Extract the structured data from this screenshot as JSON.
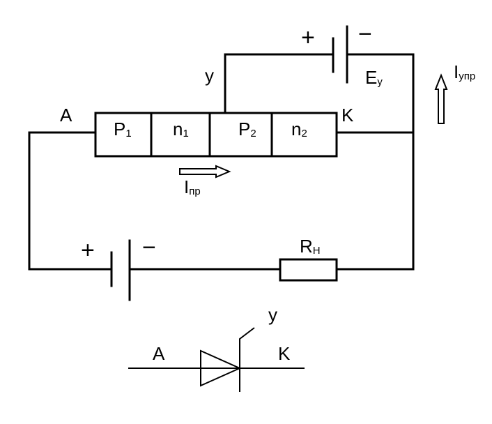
{
  "structure": {
    "layers": [
      {
        "base": "P",
        "sub": "1"
      },
      {
        "base": "n",
        "sub": "1"
      },
      {
        "base": "P",
        "sub": "2"
      },
      {
        "base": "n",
        "sub": "2"
      }
    ],
    "anode_label": "A",
    "cathode_label": "K",
    "gate_label": "y"
  },
  "control_source": {
    "label_base": "E",
    "label_sub": "y",
    "plus": "+",
    "minus": "−"
  },
  "main_source": {
    "plus": "+",
    "minus": "−"
  },
  "load": {
    "label_base": "R",
    "label_sub": "H"
  },
  "currents": {
    "forward": {
      "base": "I",
      "sub": "пр"
    },
    "control": {
      "base": "I",
      "sub": "упр"
    }
  },
  "symbol": {
    "anode_label": "A",
    "cathode_label": "K",
    "gate_label": "y"
  }
}
